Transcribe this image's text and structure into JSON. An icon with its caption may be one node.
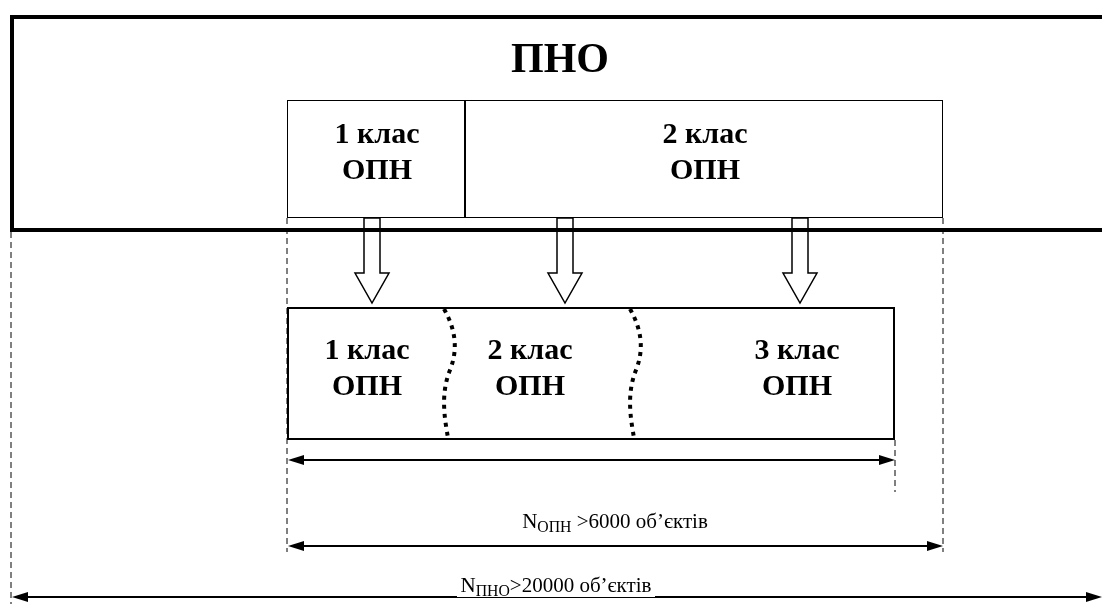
{
  "diagram": {
    "nodes": [
      {
        "text": [
          "ПНО"
        ]
      },
      {
        "text": [
          "1 клас ОПН"
        ],
        "in": 0
      },
      {
        "text": [
          "2 клас ОПН"
        ],
        "in": 0
      },
      {
        "text": [],
        "shape": "box"
      },
      {
        "text": [
          "1 клас ОПН"
        ],
        "in": 3
      },
      {
        "text": [
          "2 клас ОПН"
        ],
        "in": 3
      },
      {
        "text": [
          "3 клас ОПН"
        ],
        "in": 3
      }
    ],
    "edges": [
      {
        "from": 1,
        "to": 4,
        "arrow": "to"
      },
      {
        "from": 2,
        "to": 5,
        "arrow": "to"
      },
      {
        "from": 2,
        "to": 6,
        "arrow": "to"
      }
    ],
    "labels": [
      "N$_{ОПН}$ >6000 об’єктів",
      "N$_{ПНО}$>20000 об’єктів"
    ]
  }
}
